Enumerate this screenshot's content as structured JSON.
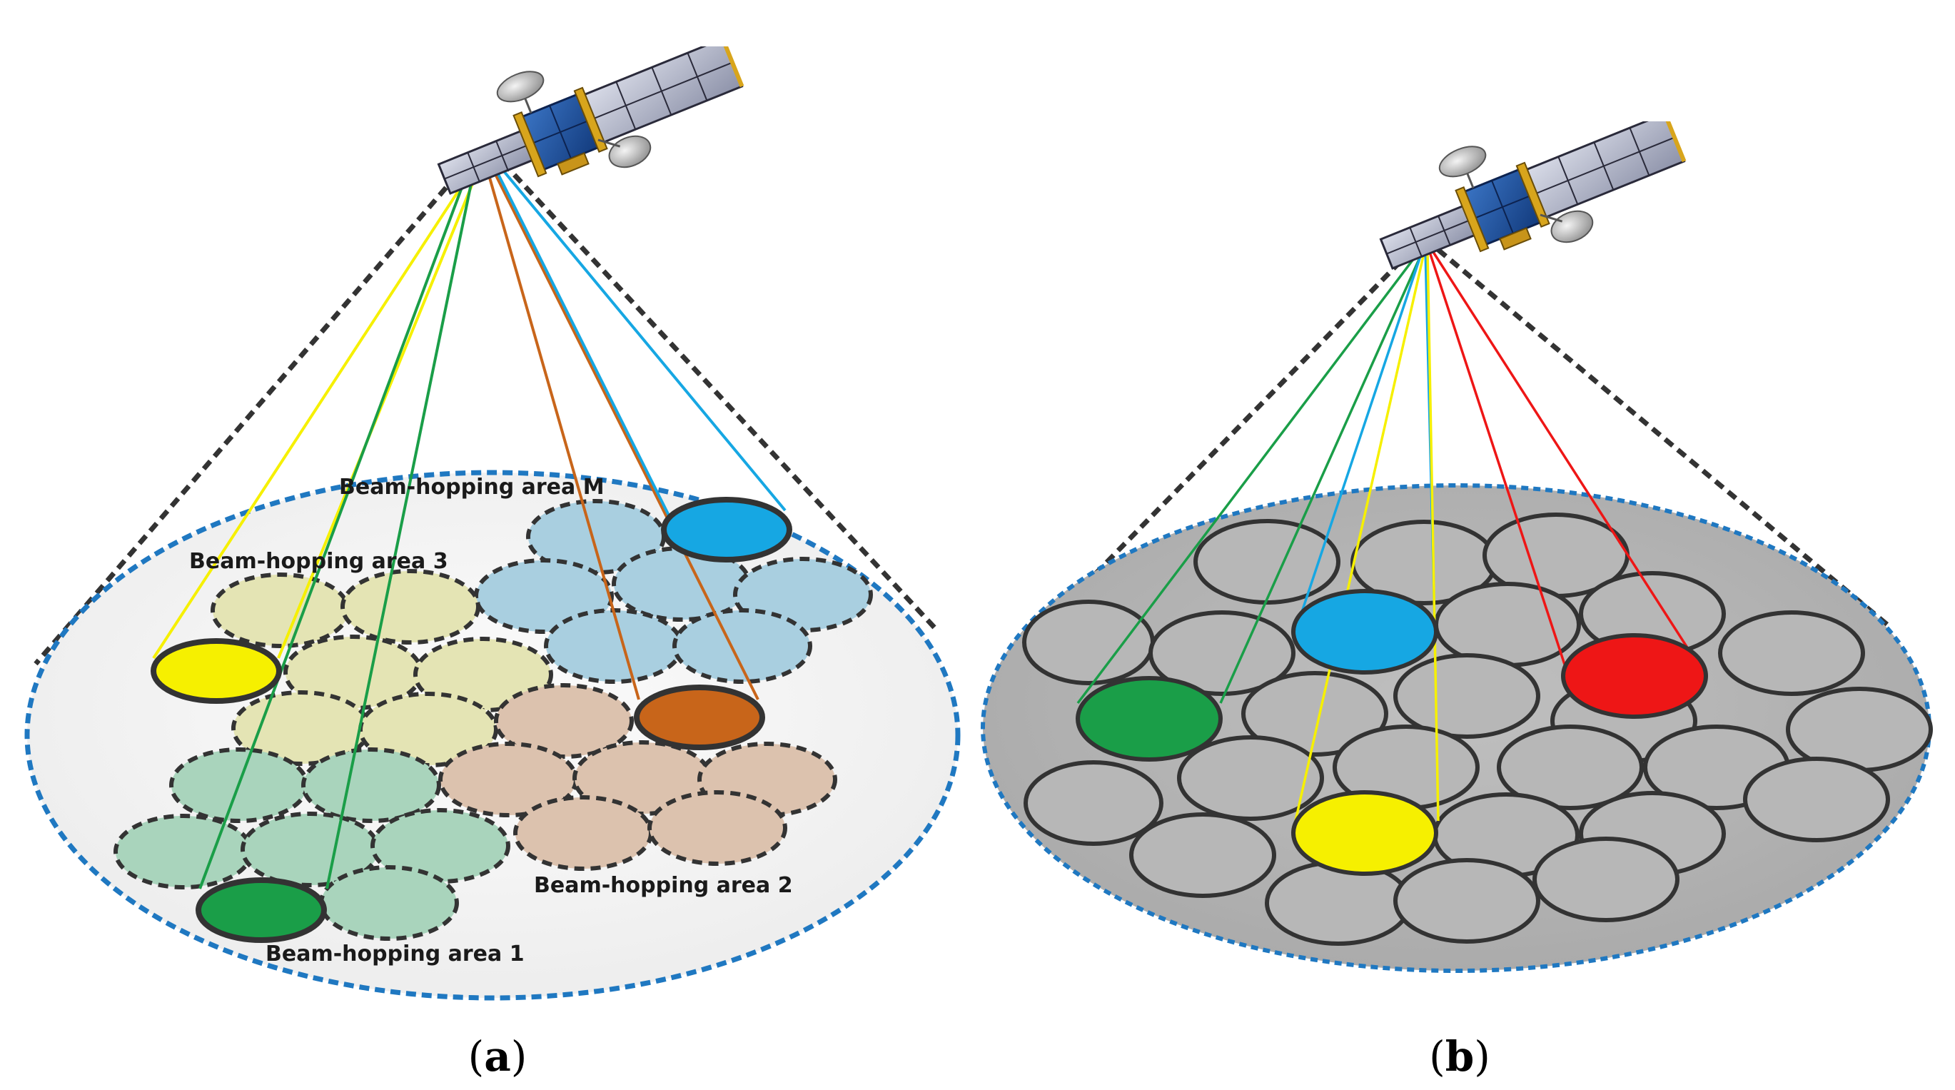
{
  "panel_a": {
    "caption_open": "(",
    "caption_letter": "a",
    "caption_close": ")",
    "area_labels": {
      "area_m": "Beam-hopping area M",
      "area_3": "Beam-hopping area 3",
      "area_2": "Beam-hopping area 2",
      "area_1": "Beam-hopping area 1"
    }
  },
  "panel_b": {
    "caption_open": "(",
    "caption_letter": "b",
    "caption_close": ")"
  },
  "colors": {
    "dashed_outline": "#1f78c1",
    "boundary_line": "#333333",
    "area_m_fill": "#a9cfe0",
    "area_3_fill": "#e4e4b4",
    "area_2_fill": "#dcc2ae",
    "area_1_fill": "#a9d4bc",
    "active_blue": "#16a7e3",
    "active_yellow": "#f6f000",
    "active_orange": "#c8651a",
    "active_green": "#1a9e48",
    "active_red": "#ee1616",
    "cell_gray": "#b7b7b7",
    "ground_gray": "#b4b4b4"
  },
  "icons": {
    "satellite": "satellite-icon"
  }
}
